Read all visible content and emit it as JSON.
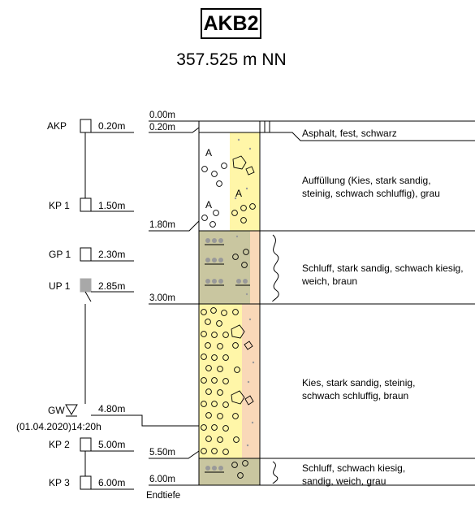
{
  "borehole": {
    "name": "AKB2",
    "elevation": "357.525 m NN"
  },
  "depth_marks": [
    "0.00m",
    "0.20m",
    "1.80m",
    "3.00m",
    "5.50m",
    "6.00m"
  ],
  "end_label": "Endtiefe",
  "samples": [
    {
      "id": "AKP",
      "depth": "0.20m",
      "filled": false
    },
    {
      "id": "KP 1",
      "depth": "1.50m",
      "filled": false
    },
    {
      "id": "GP 1",
      "depth": "2.30m",
      "filled": false
    },
    {
      "id": "UP 1",
      "depth": "2.85m",
      "filled": true
    },
    {
      "id": "KP 2",
      "depth": "5.00m",
      "filled": false
    },
    {
      "id": "KP 3",
      "depth": "6.00m",
      "filled": false
    }
  ],
  "groundwater": {
    "label": "GW",
    "depth": "4.80m",
    "date": "(01.04.2020)14:20h"
  },
  "layers": [
    {
      "lines": [
        "Asphalt, fest, schwarz"
      ],
      "colors": [
        "#ffffff"
      ]
    },
    {
      "lines": [
        "Auffüllung (Kies, stark sandig,",
        "steinig, schwach schluffig), grau"
      ],
      "symbol": "A",
      "colors": [
        "#ffffff",
        "#fff6a8"
      ]
    },
    {
      "lines": [
        "Schluff, stark sandig, schwach kiesig,",
        "weich, braun"
      ],
      "colors": [
        "#c9c6a0",
        "#f9d8b8"
      ]
    },
    {
      "lines": [
        "Kies, stark sandig, steinig,",
        "schwach schluffig, braun"
      ],
      "colors": [
        "#fff6a8",
        "#f9d8b8"
      ]
    },
    {
      "lines": [
        "Schluff, schwach kiesig,",
        "sandig, weich, grau"
      ],
      "colors": [
        "#c9c6a0"
      ]
    }
  ],
  "fill_symbol_labels": [
    "A",
    "A",
    "A"
  ]
}
